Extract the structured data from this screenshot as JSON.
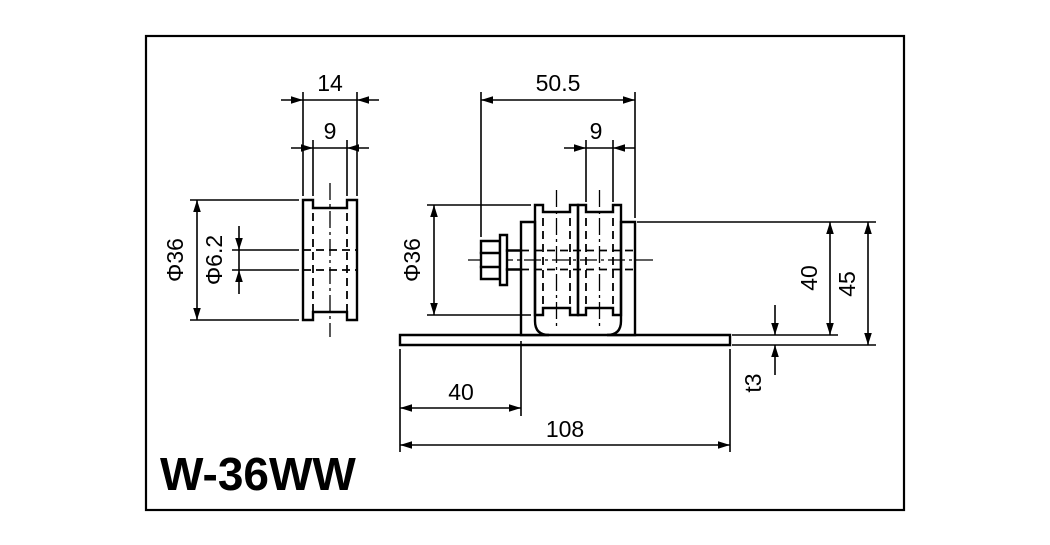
{
  "title": "W-36WW",
  "left_view": {
    "width": "14",
    "groove_width": "9",
    "outer_diameter": "Φ36",
    "bore_diameter": "Φ6.2"
  },
  "right_view": {
    "overall_width": "50.5",
    "groove_width": "9",
    "wheel_diameter": "Φ36",
    "frame_height": "40",
    "overall_height": "45",
    "plate_thickness": "t3",
    "mount_offset": "40",
    "base_length": "108"
  }
}
